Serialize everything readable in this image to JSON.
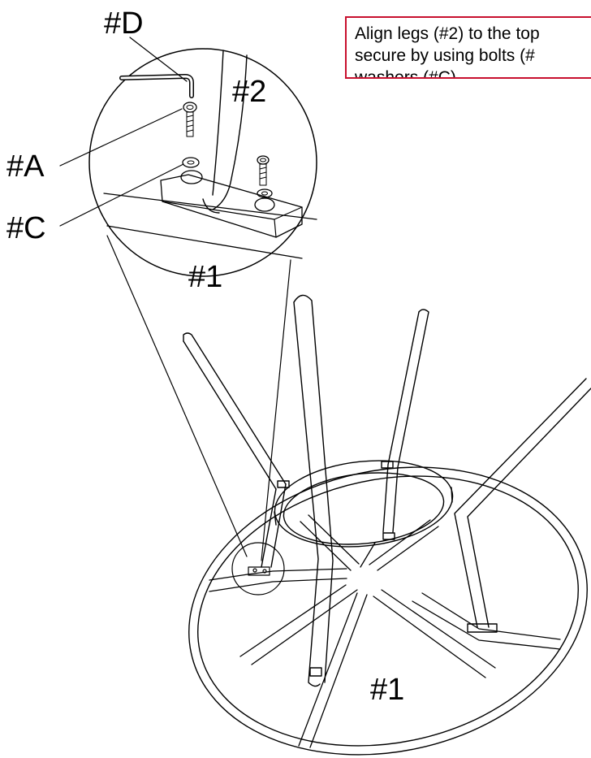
{
  "labels": {
    "d": "#D",
    "a": "#A",
    "c": "#C",
    "two": "#2",
    "one_zoom": "#1",
    "one_main": "#1"
  },
  "instruction": {
    "line1": "Align legs (#2) to the top",
    "line2": "secure by using bolts (#",
    "line3": "washers (#C)."
  },
  "colors": {
    "note_border": "#c8102e",
    "ink": "#000000"
  }
}
